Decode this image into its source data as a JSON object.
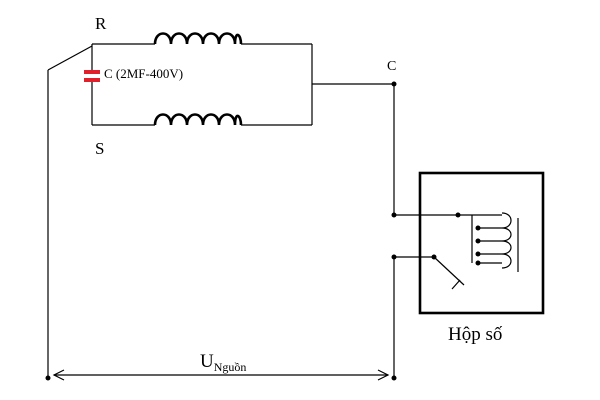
{
  "labels": {
    "r": "R",
    "s": "S",
    "c_terminal": "C",
    "capacitor": "C (2MF-400V)",
    "gearbox": "Hộp số",
    "voltage_main": "U",
    "voltage_sub": "Nguồn"
  },
  "colors": {
    "capacitor": "#e0202a",
    "line": "#000000"
  }
}
